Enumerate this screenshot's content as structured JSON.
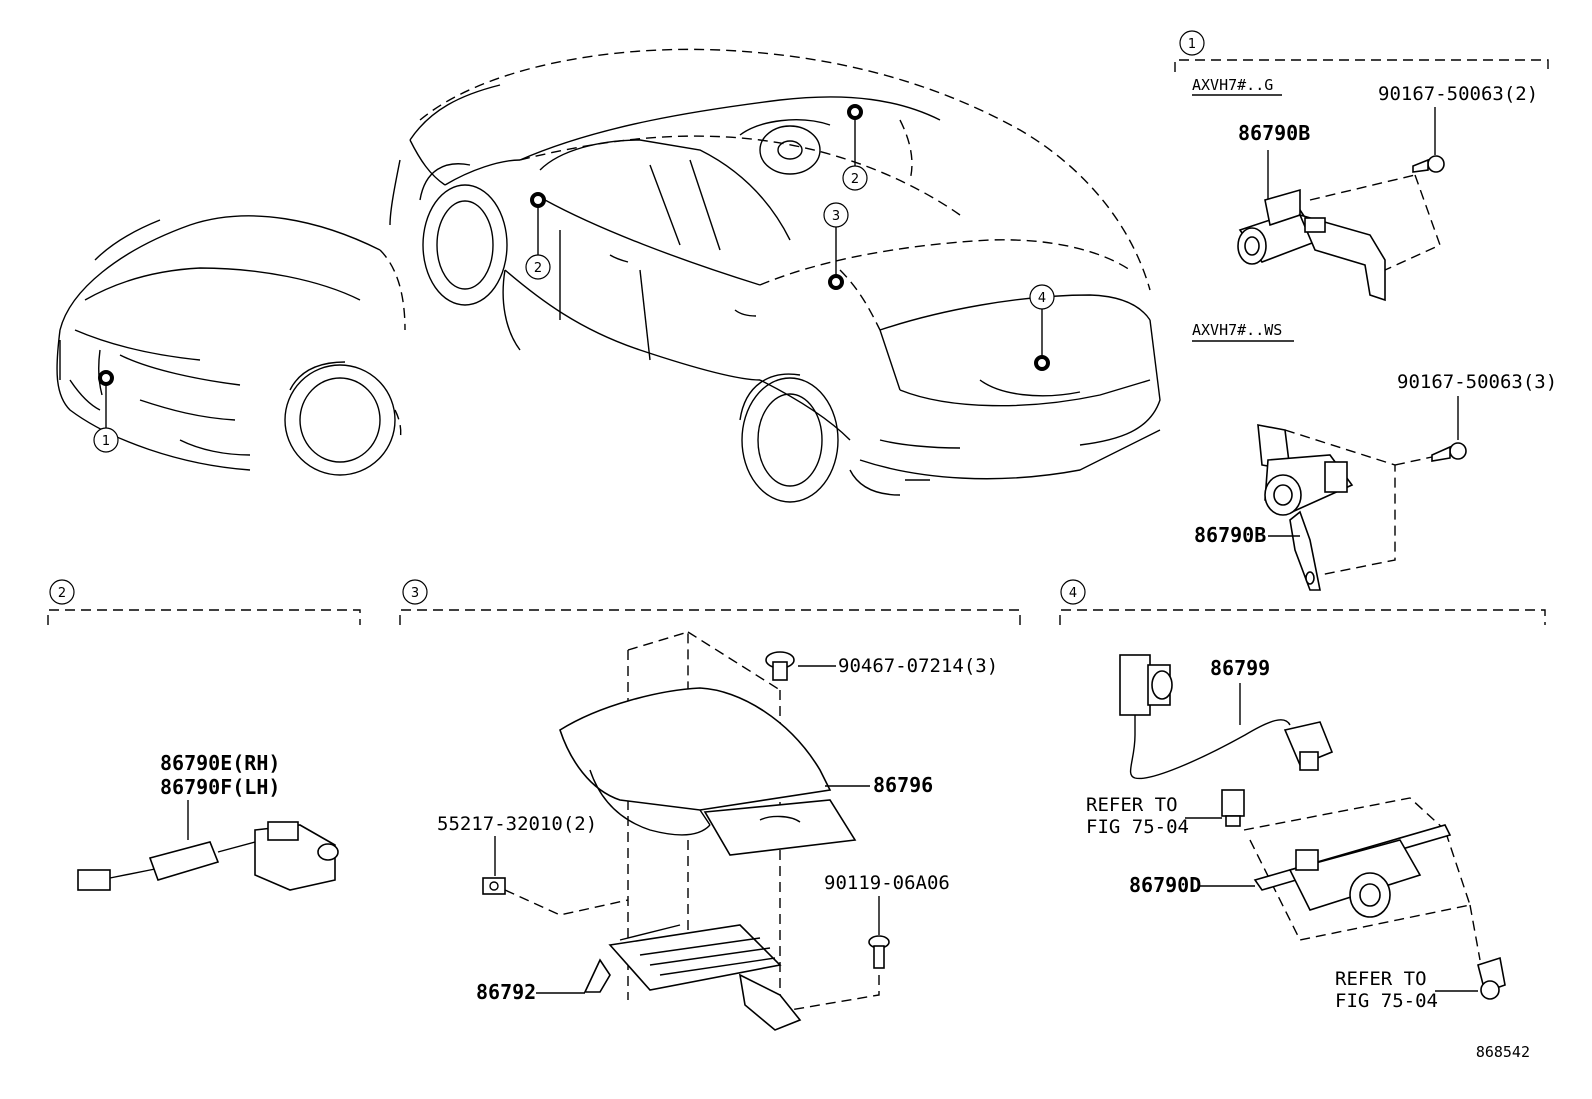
{
  "callouts": {
    "c1": "1",
    "c2": "2",
    "c3": "3",
    "c4": "4"
  },
  "section1": {
    "variant_g": "AXVH7#..G",
    "variant_ws": "AXVH7#..WS",
    "camera_top": "86790B",
    "screw_top": "90167-50063(2)",
    "screw_bottom": "90167-50063(3)",
    "camera_bottom": "86790B"
  },
  "section2": {
    "camera_rh": "86790E(RH)",
    "camera_lh": "86790F(LH)"
  },
  "section3": {
    "clip": "90467-07214(3)",
    "cover": "86796",
    "nut": "55217-32010(2)",
    "bolt": "90119-06A06",
    "module": "86792"
  },
  "section4": {
    "harness": "86799",
    "refer_top_line1": "REFER TO",
    "refer_top_line2": "FIG 75-04",
    "camera": "86790D",
    "refer_bottom_line1": "REFER TO",
    "refer_bottom_line2": "FIG 75-04"
  },
  "figure_id": "868542"
}
